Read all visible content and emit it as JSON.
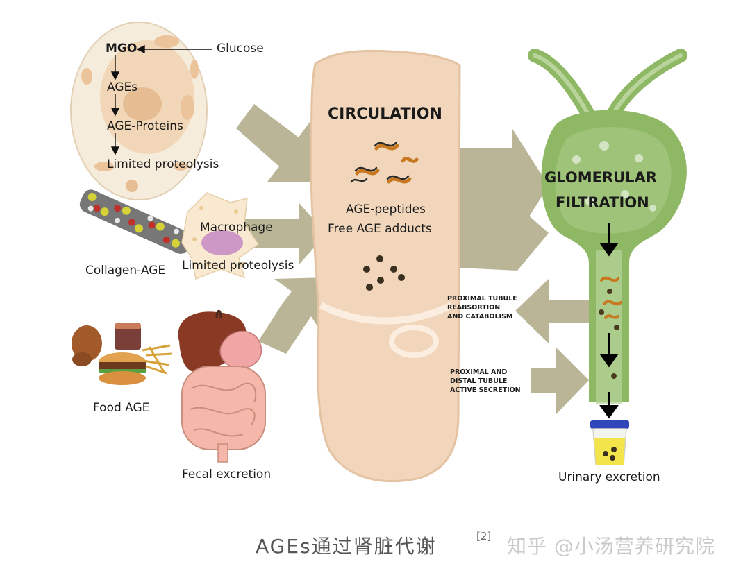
{
  "cell": {
    "mgo": "MGO",
    "glucose": "Glucose",
    "ages": "AGEs",
    "age_proteins": "AGE-Proteins",
    "limited_proteolysis": "Limited proteolysis"
  },
  "collagen": {
    "collagen_age": "Collagen-AGE",
    "macrophage": "Macrophage",
    "limited_proteolysis": "Limited proteolysis"
  },
  "food": {
    "food_age": "Food AGE",
    "fecal_excretion": "Fecal excretion"
  },
  "circulation": {
    "title": "CIRCULATION",
    "line1": "AGE-peptides",
    "line2": "Free AGE adducts"
  },
  "kidney": {
    "title_line1": "GLOMERULAR",
    "title_line2": "FILTRATION",
    "reabsorption": [
      "PROXIMAL TUBULE",
      "REABSORTION",
      "AND CATABOLISM"
    ],
    "secretion": [
      "PROXIMAL AND",
      "DISTAL TUBULE",
      "ACTIVE SECRETION"
    ],
    "urinary_excretion": "Urinary excretion"
  },
  "caption": {
    "main": "AGEs通过肾脏代谢",
    "ref": "[2]",
    "watermark": "知乎 @小汤营养研究院"
  },
  "colors": {
    "arrow": "#b9b596",
    "vessel": "#f1d6bc",
    "kidney_green": "#8fb865",
    "cell_bg": "#f6ecdc"
  }
}
